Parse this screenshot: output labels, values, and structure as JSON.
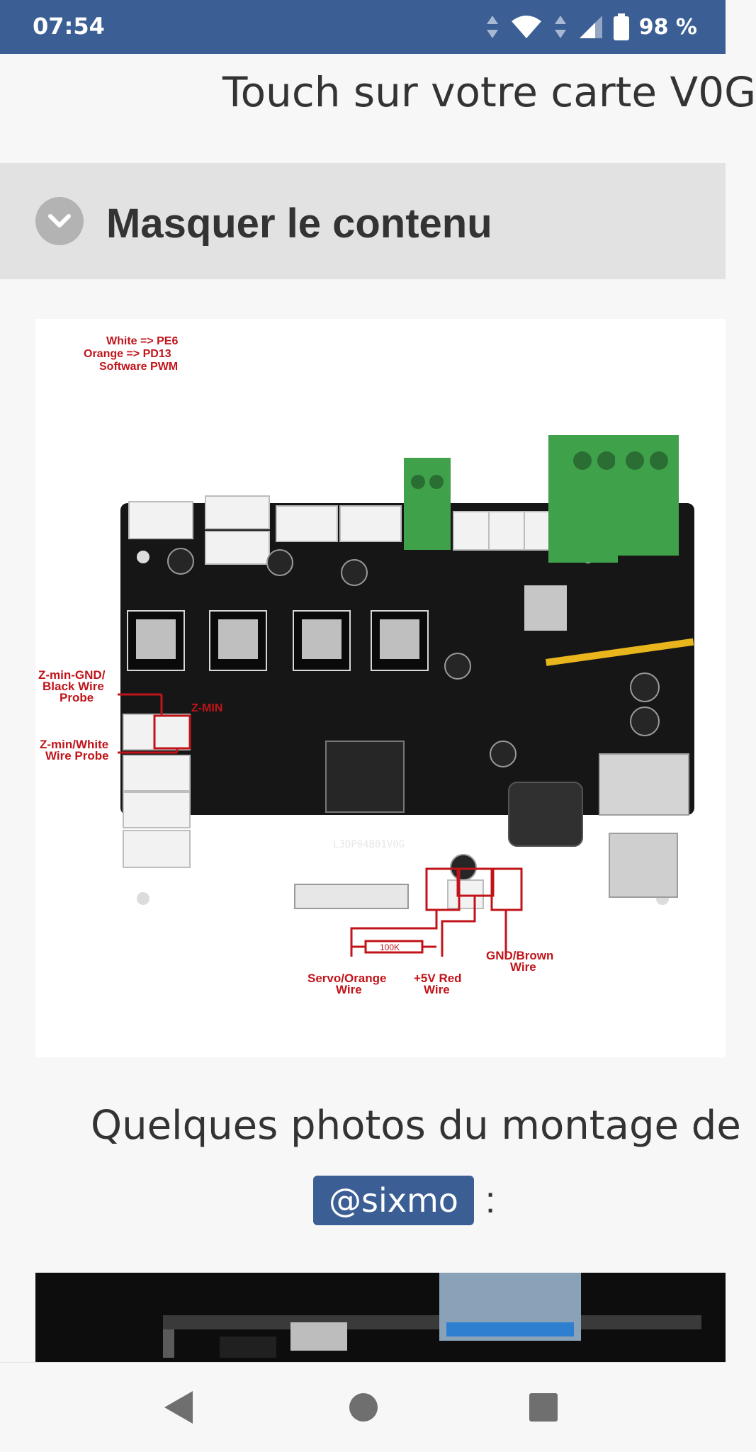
{
  "status_bar": {
    "time": "07:54",
    "battery_text": "98 %"
  },
  "post": {
    "line1": "Touch sur votre carte V0G",
    "spoiler": {
      "label": "Masquer le contenu"
    },
    "figure_labels": {
      "pin_white": "White => PE6",
      "pin_orange": "Orange => PD13",
      "software_pwm": "Software PWM",
      "zmin_gnd_1": "Z-min-GND/",
      "zmin_gnd_2": "Black Wire",
      "zmin_gnd_3": "Probe",
      "zmin_sig_1": "Z-min/White",
      "zmin_sig_2": "Wire Probe",
      "zmin_conn": "Z-MIN",
      "resistor": "100K",
      "servo_1": "Servo/Orange",
      "servo_2": "Wire",
      "plus5v_1": "+5V Red",
      "plus5v_2": "Wire",
      "gnd_1": "GND/Brown",
      "gnd_2": "Wire",
      "board_name": "L3DP04B01V0G"
    },
    "caption": "Quelques photos du montage de",
    "mention": "@sixmo",
    "after_mention": ":"
  },
  "icons": {
    "spoiler": "chevron-down-icon",
    "nav_back": "back-triangle-icon",
    "nav_home": "home-circle-icon",
    "nav_recents": "recents-square-icon"
  },
  "colors": {
    "status_bar": "#3b5f94",
    "annotation_red": "#c0141a",
    "pcb": "#161616",
    "terminal_green": "#3fa14a"
  }
}
